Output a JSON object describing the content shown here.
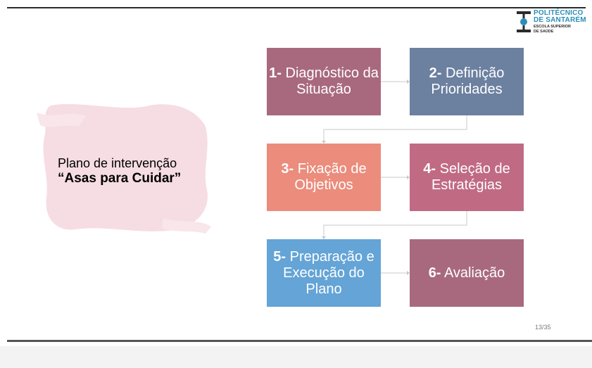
{
  "logo": {
    "line1": "POLITÉCNICO",
    "line2": "DE SANTARÉM",
    "line3": "ESCOLA SUPERIOR",
    "line4": "DE SAÚDE"
  },
  "plan": {
    "title": "Plano de intervenção",
    "subtitle": "“Asas para Cuidar”"
  },
  "steps": [
    {
      "number": "1-",
      "text": "Diagnóstico da Situação"
    },
    {
      "number": "2-",
      "text": "Definição Prioridades"
    },
    {
      "number": "3-",
      "text": "Fixação de Objetivos"
    },
    {
      "number": "4-",
      "text": "Seleção de Estratégias"
    },
    {
      "number": "5-",
      "text": "Preparação e Execução do Plano"
    },
    {
      "number": "6-",
      "text": "Avaliação"
    }
  ],
  "page_indicator": "13/35",
  "colors": {
    "step1": "#a8697e",
    "step2": "#6c80a0",
    "step3": "#eb8c7c",
    "step4": "#c06a84",
    "step5": "#64a4d6",
    "step6": "#a8697e",
    "brush": "#f6dde3",
    "logo_blue": "#2a8fb8"
  }
}
